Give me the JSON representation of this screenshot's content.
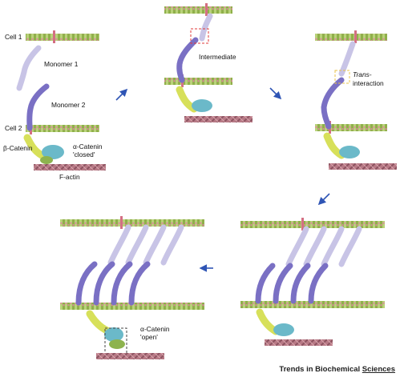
{
  "labels": {
    "cell1": "Cell 1",
    "monomer1": "Monomer 1",
    "monomer2": "Monomer 2",
    "cell2": "Cell 2",
    "beta_catenin": "β-Catenin",
    "alpha_catenin_closed_1": "α-Catenin",
    "alpha_catenin_closed_2": "'closed'",
    "f_actin": "F-actin",
    "intermediate": "Intermediate",
    "trans_1": "Trans-",
    "trans_2": "interaction",
    "alpha_catenin_open_1": "α-Catenin",
    "alpha_catenin_open_2": "'open'"
  },
  "credit": {
    "prefix": "Trends in Biochemical ",
    "suffix": "Sciences"
  },
  "colors": {
    "membrane_green": "#9bbd4a",
    "membrane_pink": "#d98c9a",
    "cadherin_dark": "#7a70c4",
    "cadherin_light": "#c8c4e6",
    "beta_catenin": "#d7e05a",
    "alpha_catenin": "#6bb9c9",
    "f_actin": "#b87a86",
    "arrow": "#2f55b5",
    "box_red": "#e23a3a"
  }
}
